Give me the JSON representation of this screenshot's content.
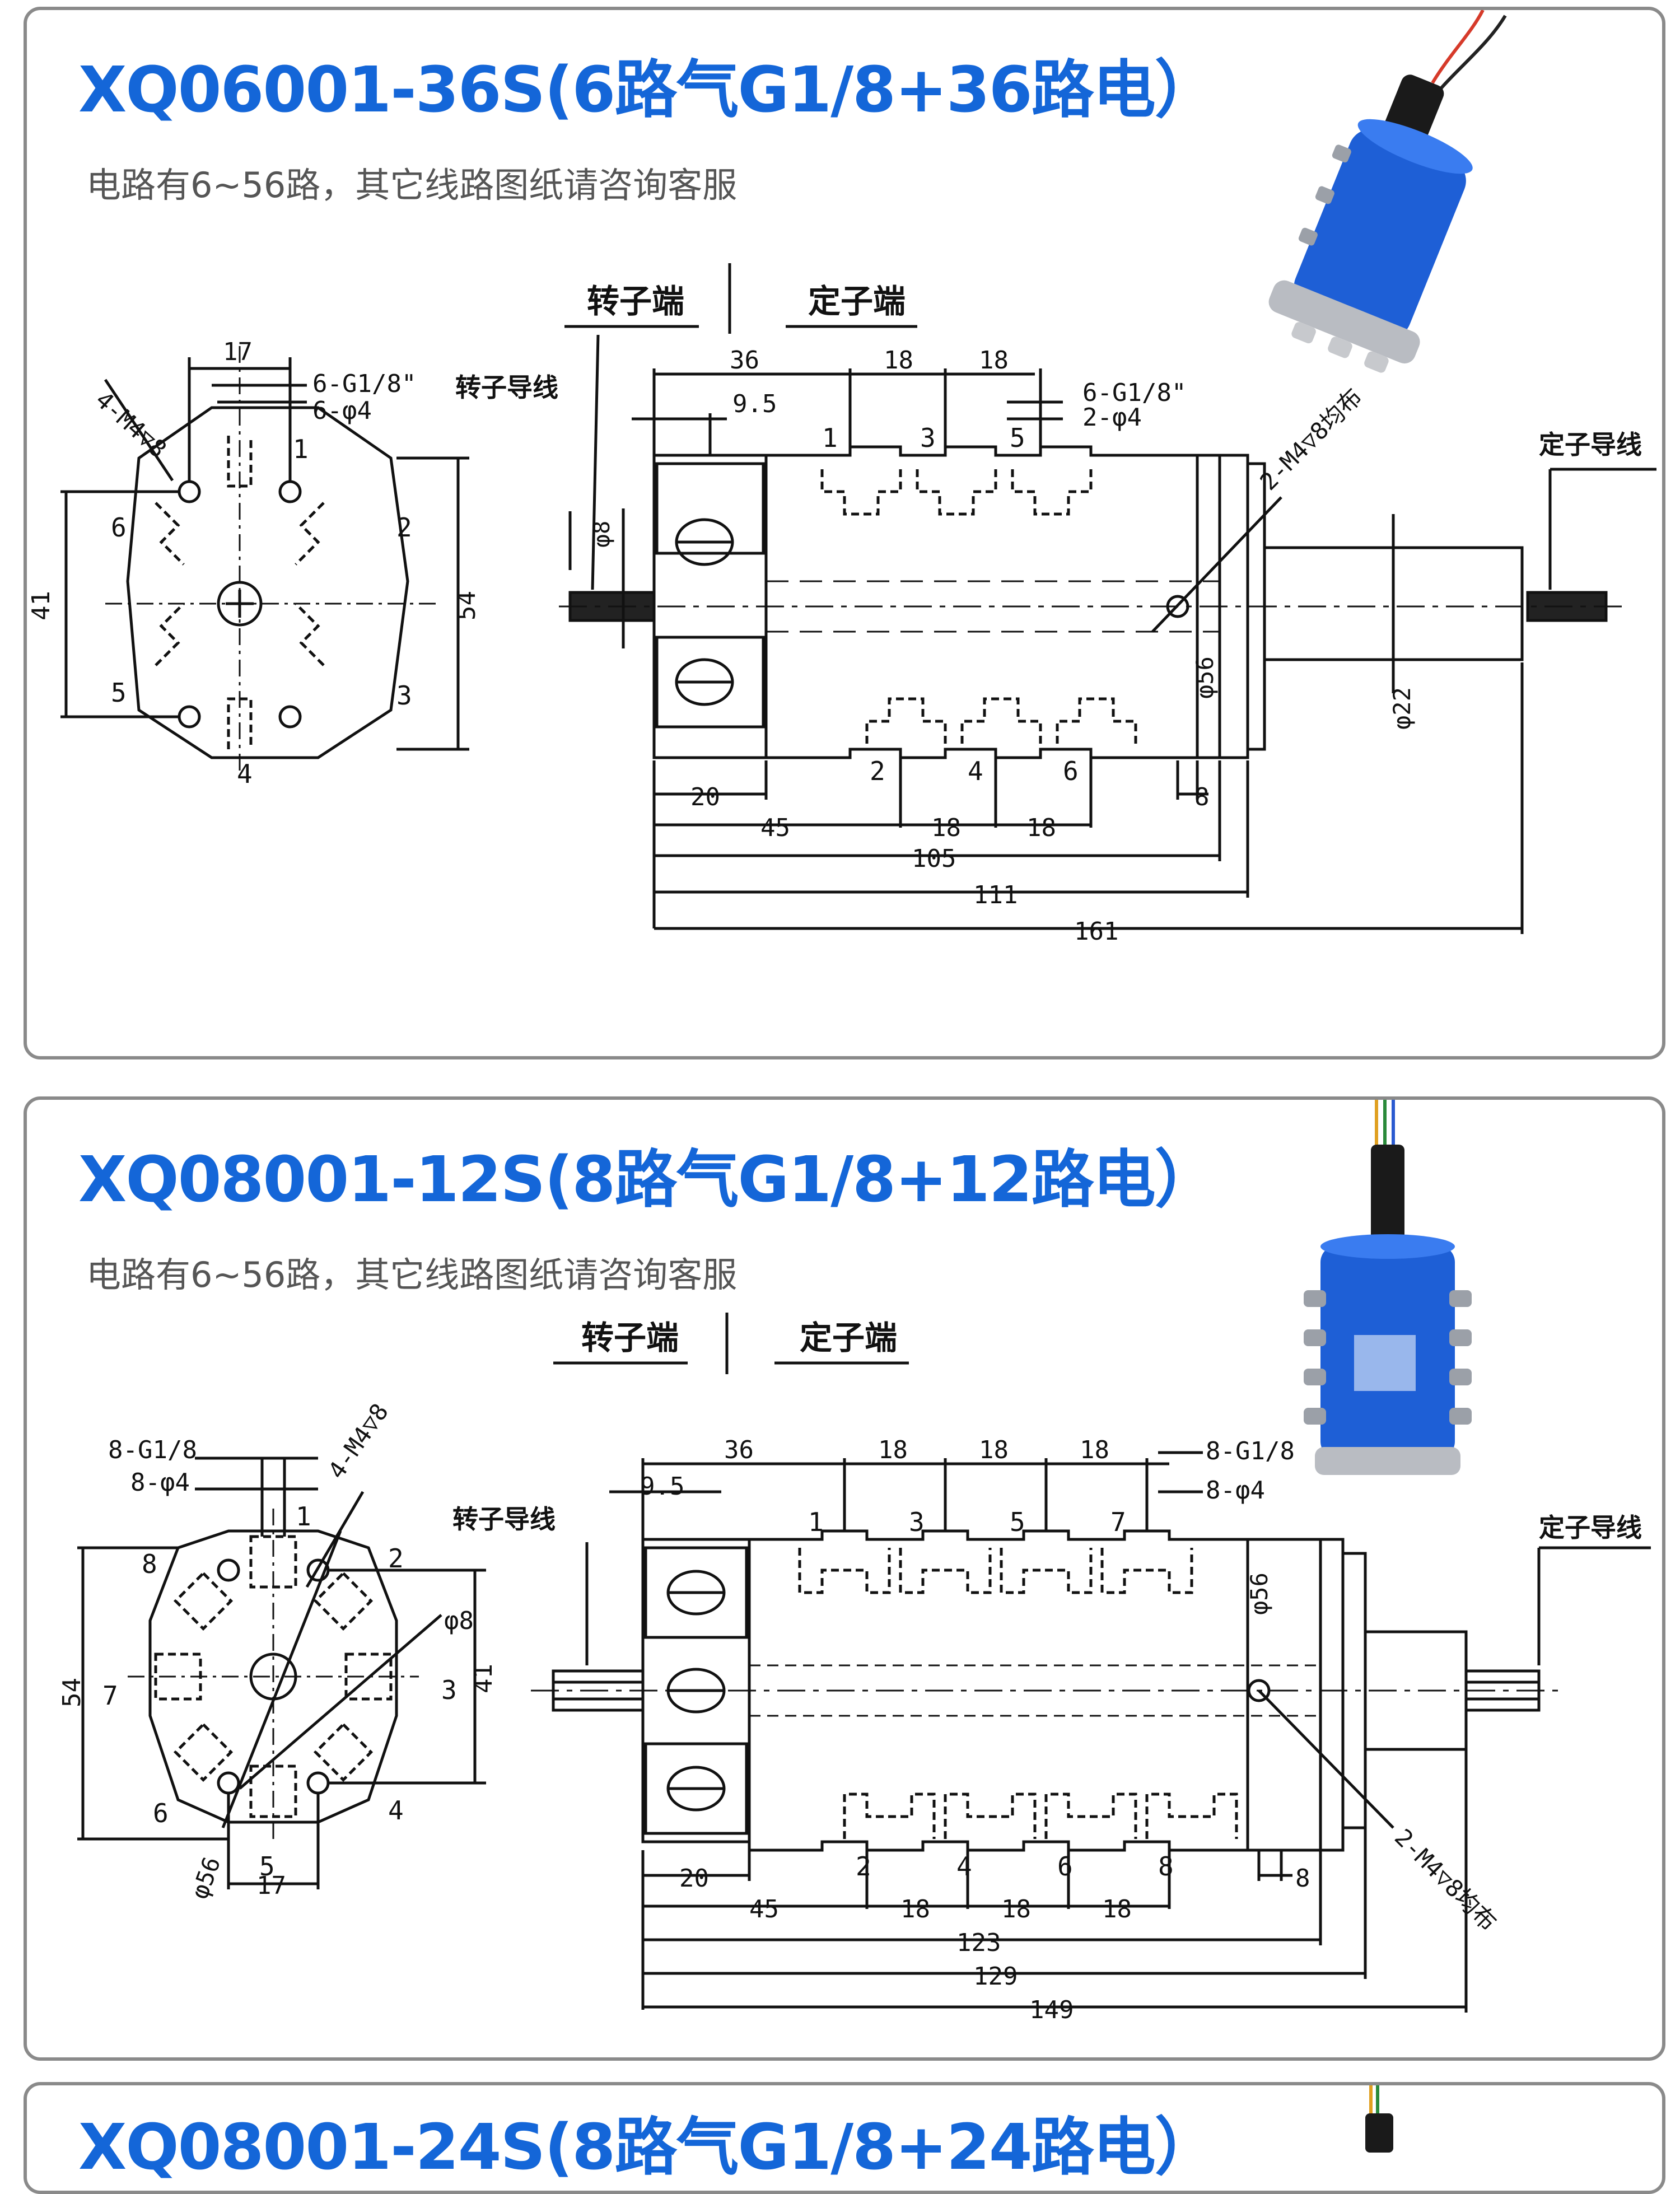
{
  "sections": [
    {
      "title": "XQ06001-36S(6路气G1/8+36路电）",
      "subtitle": "电路有6~56路，其它线路图纸请咨询客服",
      "labels": {
        "rotor_end": "转子端",
        "stator_end": "定子端",
        "rotor_wire": "转子导线",
        "stator_wire": "定子导线",
        "mount_holes_left": "4-M4▽8",
        "mount_holes_right": "2-M4▽8均布",
        "ports_left_thread": "6-G1/8\"",
        "ports_left_hole": "6-φ4",
        "ports_right_thread": "6-G1/8\"",
        "ports_right_hole": "2-φ4"
      },
      "dims": {
        "d17": "17",
        "d41": "41",
        "d54": "54",
        "d36": "36",
        "d18a": "18",
        "d18b": "18",
        "d9_5": "9.5",
        "phi8": "φ8",
        "phi56": "φ56",
        "phi22": "φ22",
        "d20": "20",
        "d45": "45",
        "d18c": "18",
        "d18d": "18",
        "d8": "8",
        "d105": "105",
        "d111": "111",
        "d161": "161"
      },
      "port_numbers": [
        "1",
        "2",
        "3",
        "4",
        "5",
        "6"
      ]
    },
    {
      "title": "XQ08001-12S(8路气G1/8+12路电）",
      "subtitle": "电路有6~56路，其它线路图纸请咨询客服",
      "labels": {
        "rotor_end": "转子端",
        "stator_end": "定子端",
        "rotor_wire": "转子导线",
        "stator_wire": "定子导线",
        "mount_holes_left": "4-M4▽8",
        "mount_holes_right": "2-M4▽8均布",
        "ports_left_thread": "8-G1/8",
        "ports_left_hole": "8-φ4",
        "ports_right_thread": "8-G1/8",
        "ports_right_hole": "8-φ4"
      },
      "dims": {
        "d54": "54",
        "d41": "41",
        "phi8": "φ8",
        "phi56_left": "φ56",
        "d17": "17",
        "d36": "36",
        "d18a": "18",
        "d18b": "18",
        "d18c": "18",
        "d9_5": "9.5",
        "phi56": "φ56",
        "d20": "20",
        "d45": "45",
        "d18d": "18",
        "d18e": "18",
        "d18f": "18",
        "d8": "8",
        "d123": "123",
        "d129": "129",
        "d149": "149"
      },
      "port_numbers": [
        "1",
        "2",
        "3",
        "4",
        "5",
        "6",
        "7",
        "8"
      ]
    },
    {
      "title": "XQ08001-24S(8路气G1/8+24路电）"
    }
  ],
  "colors": {
    "title": "#1466d8",
    "subtitle": "#555555",
    "border": "#8a8a8a",
    "product_blue": "#1e5fd6"
  }
}
